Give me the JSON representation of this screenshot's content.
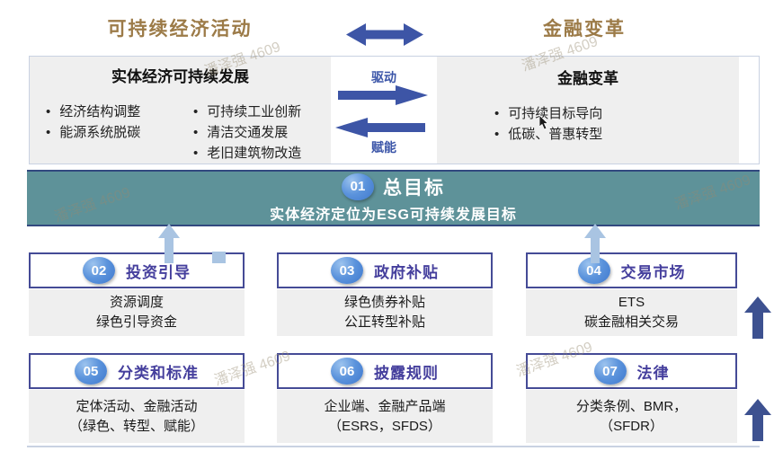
{
  "top": {
    "left_title": "可持续经济活动",
    "right_title": "金融变革"
  },
  "overview_box": {
    "left_panel": {
      "title": "实体经济可持续发展",
      "bullets_col1": [
        "经济结构调整",
        "能源系统脱碳"
      ],
      "bullets_col2": [
        "可持续工业创新",
        "清洁交通发展",
        "老旧建筑物改造"
      ]
    },
    "middle": {
      "drive_label": "驱动",
      "enable_label": "赋能"
    },
    "right_panel": {
      "title": "金融变革",
      "bullets": [
        "可持续目标导向",
        "低碳、普惠转型"
      ]
    }
  },
  "banner": {
    "number": "01",
    "title": "总目标",
    "subtitle": "实体经济定位为ESG可持续发展目标"
  },
  "cards": [
    {
      "number": "02",
      "title": "投资引导",
      "lines": [
        "资源调度",
        "绿色引导资金"
      ]
    },
    {
      "number": "03",
      "title": "政府补贴",
      "lines": [
        "绿色债券补贴",
        "公正转型补贴"
      ]
    },
    {
      "number": "04",
      "title": "交易市场",
      "lines": [
        "ETS",
        "碳金融相关交易"
      ]
    },
    {
      "number": "05",
      "title": "分类和标准",
      "lines": [
        "定体活动、金融活动",
        "（绿色、转型、赋能）"
      ]
    },
    {
      "number": "06",
      "title": "披露规则",
      "lines": [
        "企业端、金融产品端",
        "（ESRS，SFDS）"
      ]
    },
    {
      "number": "07",
      "title": "法律",
      "lines": [
        "分类条例、BMR，",
        "（SFDR）"
      ]
    }
  ],
  "watermark": "潘泽强 4609",
  "colors": {
    "accent_gold": "#9c7b48",
    "arrow_blue": "#3d55a6",
    "banner_teal": "#5e9299",
    "navy_border": "#32497f",
    "card_border": "#454b96",
    "header_text": "#453f9d",
    "badge_blue": "#4a82d6",
    "light_arrow": "#a9c4e2",
    "navy_arrow": "#3d5190",
    "panel_gray": "#efefef"
  }
}
